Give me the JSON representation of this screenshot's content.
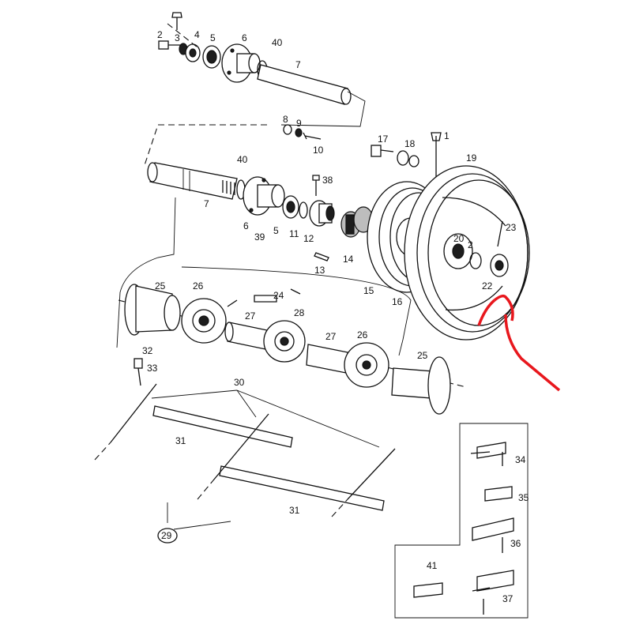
{
  "diagram": {
    "labels": {
      "l1": "1",
      "l2a": "2",
      "l2b": "2",
      "l3": "3",
      "l4": "4",
      "l5a": "5",
      "l5b": "5",
      "l6a": "6",
      "l6b": "6",
      "l7a": "7",
      "l7b": "7",
      "l8": "8",
      "l9": "9",
      "l10": "10",
      "l11": "11",
      "l12": "12",
      "l13": "13",
      "l14": "14",
      "l15": "15",
      "l16": "16",
      "l17": "17",
      "l18": "18",
      "l19": "19",
      "l20": "20",
      "l22": "22",
      "l23": "23",
      "l24": "24",
      "l25a": "25",
      "l25b": "25",
      "l26a": "26",
      "l26b": "26",
      "l27a": "27",
      "l27b": "27",
      "l28": "28",
      "l29": "29",
      "l30": "30",
      "l31a": "31",
      "l31b": "31",
      "l32": "32",
      "l33": "33",
      "l34": "34",
      "l35": "35",
      "l36": "36",
      "l37": "37",
      "l38": "38",
      "l39": "39",
      "l40a": "40",
      "l40b": "40",
      "l41": "41"
    },
    "colors": {
      "ink": "#111111",
      "marker": "#e8171d"
    }
  }
}
